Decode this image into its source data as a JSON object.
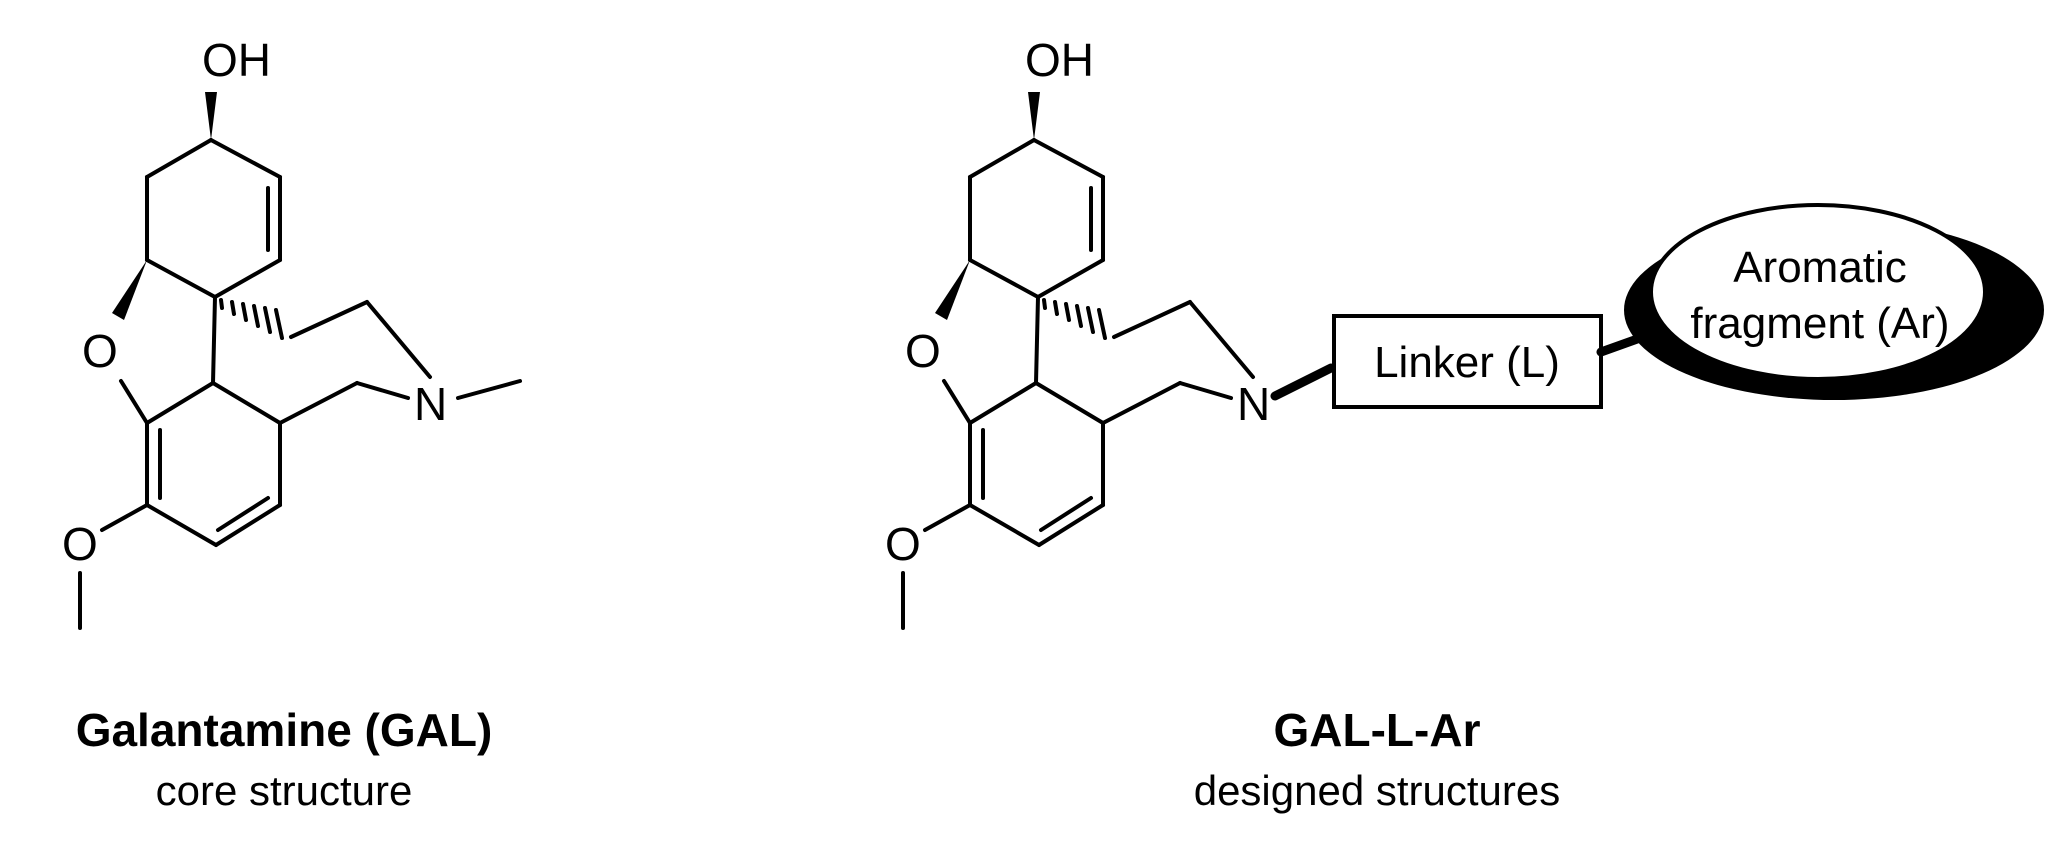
{
  "molecules": [
    {
      "atoms": {
        "hydroxyl": "OH",
        "ether_oxygen": "O",
        "methoxy_oxygen": "O",
        "amine": "N"
      },
      "title": "Galantamine (GAL)",
      "subtitle": "core structure"
    },
    {
      "atoms": {
        "hydroxyl": "OH",
        "ether_oxygen": "O",
        "methoxy_oxygen": "O",
        "amine": "N"
      },
      "linker_label": "Linker (L)",
      "aromatic_label_line1": "Aromatic",
      "aromatic_label_line2": "fragment (Ar)",
      "title": "GAL-L-Ar",
      "subtitle": "designed structures"
    }
  ]
}
